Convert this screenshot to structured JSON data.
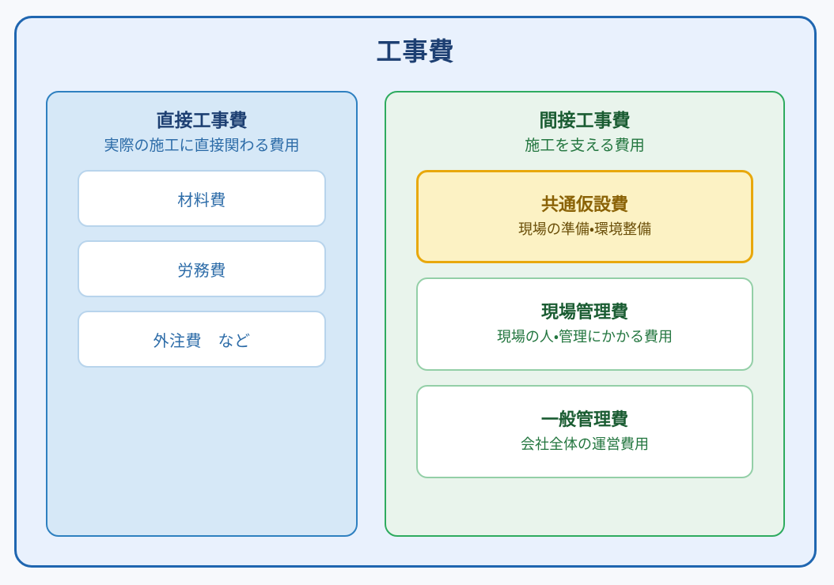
{
  "diagram": {
    "title": "工事費",
    "accent_outer_border": "#1f66b0",
    "accent_outer_fill": "#e9f1fd",
    "page_background": "#f7f9fc"
  },
  "columns": [
    {
      "key": "direct",
      "heading": "直接工事費",
      "subtitle": "実際の施工に直接関わる費用",
      "border_color": "#2e80c0",
      "fill_color": "#d6e8f7",
      "heading_color": "#1d3f72",
      "items": [
        {
          "title": "材料費"
        },
        {
          "title": "労務費"
        },
        {
          "title": "外注費　など"
        }
      ]
    },
    {
      "key": "indirect",
      "heading": "間接工事費",
      "subtitle": "施工を支える費用",
      "border_color": "#2eab5f",
      "fill_color": "#e9f4ec",
      "heading_color": "#1a5c32",
      "items": [
        {
          "title": "共通仮設費",
          "description": "現場の準備・環境整備",
          "highlighted": true,
          "border_color": "#e8a80c",
          "fill_color": "#fcf2c4",
          "title_color": "#8a6206"
        },
        {
          "title": "現場管理費",
          "description": "現場の人・管理にかかる費用",
          "highlighted": false,
          "border_color": "#93cfa7",
          "fill_color": "#ffffff",
          "title_color": "#1a5c32"
        },
        {
          "title": "一般管理費",
          "description": "会社全体の運営費用",
          "highlighted": false,
          "border_color": "#93cfa7",
          "fill_color": "#ffffff",
          "title_color": "#1a5c32"
        }
      ]
    }
  ]
}
